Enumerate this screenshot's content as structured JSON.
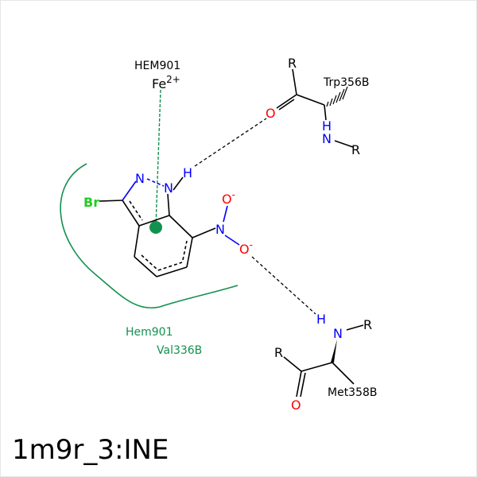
{
  "title": "1m9r_3:INE",
  "heme": {
    "label": "HEM901",
    "ion": "Fe",
    "charge": "2+"
  },
  "hydrophobic": {
    "residue1": "Hem901",
    "residue2": "Val336B"
  },
  "ligand_atoms": {
    "br": "Br",
    "n1": "N",
    "n2": "N",
    "h_nh": "H",
    "n_nitro": "N",
    "o_top": "O",
    "o_top_charge": "-",
    "o_bottom": "O",
    "o_bottom_charge": "-"
  },
  "residue_trp": {
    "name": "Trp356B",
    "r_top": "R",
    "o": "O",
    "h": "H",
    "n": "N",
    "r_n": "R"
  },
  "residue_met": {
    "name": "Met358B",
    "h": "H",
    "n": "N",
    "r_n": "R",
    "r_c": "R",
    "o": "O"
  },
  "colors": {
    "carbon": "#000000",
    "nitrogen": "#0000ff",
    "oxygen": "#ff0000",
    "bromine": "#22cc22",
    "hydrophobic": "#13914f",
    "fe_line": "#13914f"
  }
}
